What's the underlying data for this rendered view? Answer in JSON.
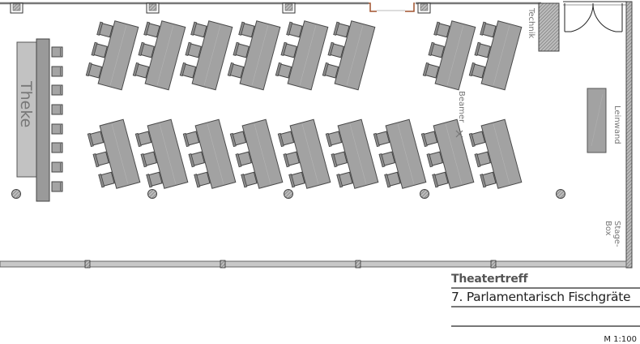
{
  "plan": {
    "venue": "Theatertreff",
    "layout_name": "7. Parlamentarisch Fischgräte",
    "scale": "M 1:100",
    "labels": {
      "bar": "Theke",
      "tech": "Technik",
      "projector": "Beamer",
      "screen": "Leinwand",
      "stagebox_line1": "Stage-",
      "stagebox_line2": "Box"
    },
    "colors": {
      "furniture": "#a0a0a0",
      "furniture_stroke": "#555555",
      "bar_light": "#c0c0c0",
      "wall": "#8c8c8c",
      "door_frame": "#a0522d"
    },
    "table_rows": [
      {
        "row": "top",
        "count": 8,
        "tilt_deg": 15,
        "chairs_per_table": 3
      },
      {
        "row": "bottom",
        "count": 9,
        "tilt_deg": -15,
        "chairs_per_table": 3
      }
    ],
    "bar_stools": 8,
    "columns": 5
  }
}
